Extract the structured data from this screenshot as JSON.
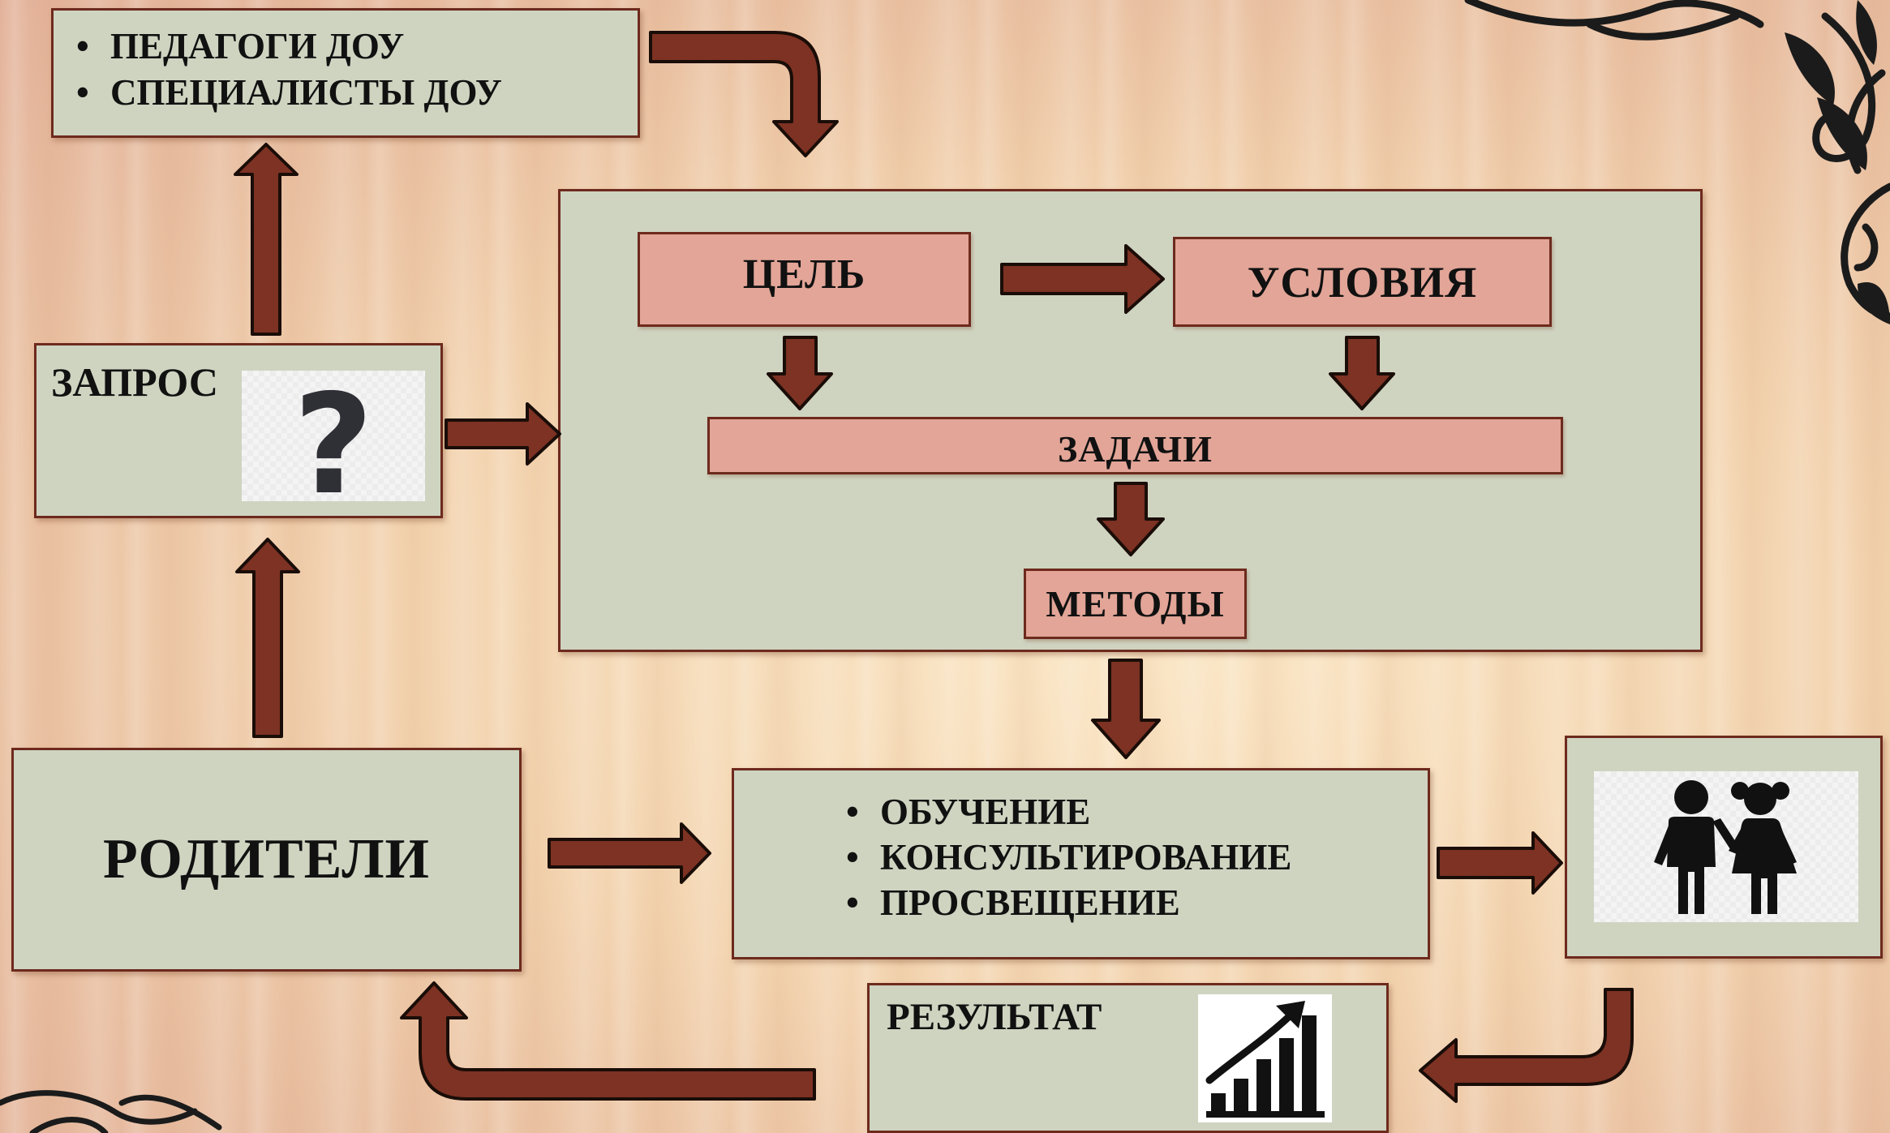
{
  "staff_box": {
    "items": [
      "ПЕДАГОГИ ДОУ",
      "СПЕЦИАЛИСТЫ ДОУ"
    ]
  },
  "request_box": {
    "label": "ЗАПРОС",
    "icon": "question-mark-icon"
  },
  "parents_box": {
    "label": "РОДИТЕЛИ"
  },
  "process": {
    "goal": "ЦЕЛЬ",
    "conditions": "УСЛОВИЯ",
    "tasks": "ЗАДАЧИ",
    "methods": "МЕТОДЫ"
  },
  "forms_box": {
    "items": [
      "ОБУЧЕНИЕ",
      "КОНСУЛЬТИРОВАНИЕ",
      "ПРОСВЕЩЕНИЕ"
    ]
  },
  "children_box": {
    "icon": "children-icon"
  },
  "result_box": {
    "label": "РЕЗУЛЬТАТ",
    "icon": "growth-chart-icon"
  },
  "colors": {
    "box_fill": "#cfd4c1",
    "pink_fill": "#e2a597",
    "border": "#6d2a1d",
    "arrow": "#7d3223"
  }
}
